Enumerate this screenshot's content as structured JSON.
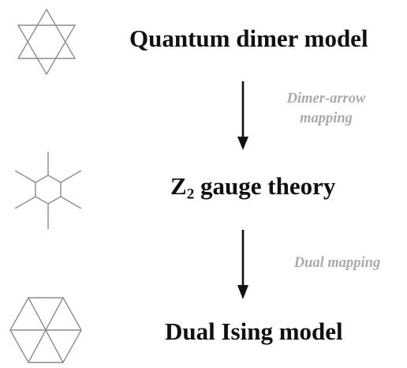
{
  "stages": [
    {
      "title": "Quantum dimer model",
      "icon": "kagome-star-icon"
    },
    {
      "title_main": "Z",
      "title_sub": "2",
      "title_rest": " gauge theory",
      "icon": "honeycomb-hexagon-icon"
    },
    {
      "title": "Dual Ising model",
      "icon": "triangular-hexagon-icon"
    }
  ],
  "mappings": [
    {
      "line1": "Dimer-arrow",
      "line2": "mapping"
    },
    {
      "line1": "Dual mapping"
    }
  ],
  "colors": {
    "title": "#111111",
    "mapping_label": "#aaaaaa",
    "lattice_stroke": "#8c8c8c",
    "arrow": "#111111"
  }
}
